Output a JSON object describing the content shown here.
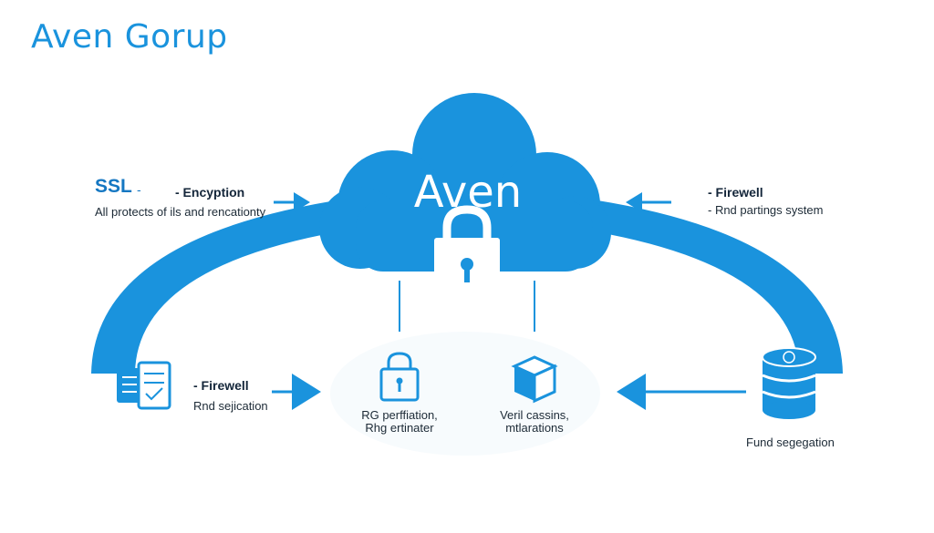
{
  "header": {
    "title": "Aven Gorup"
  },
  "cloud": {
    "label": "Aven"
  },
  "left_top": {
    "ssl": "SSL",
    "dash": "-",
    "encryption": "- Encyption",
    "description": "All protects of ils and rencationty"
  },
  "right_top": {
    "firewall": "- Firewell",
    "description": "- Rnd partings system"
  },
  "left_bottom": {
    "firewall": "- Firewell",
    "description": "Rnd sejication"
  },
  "center_left": {
    "line1": "RG perffiation,",
    "line2": "Rhg ertinater"
  },
  "center_right": {
    "line1": "Veril cassins,",
    "line2": "mtlarations"
  },
  "right_bottom": {
    "label": "Fund segegation"
  },
  "colors": {
    "primary": "#1a93dd",
    "dark_blue": "#1577c2",
    "text": "#1c2a36"
  },
  "icons": [
    "lock-icon",
    "document-icon",
    "box-icon",
    "database-icon",
    "arrow-right-icon",
    "arrow-left-icon"
  ]
}
